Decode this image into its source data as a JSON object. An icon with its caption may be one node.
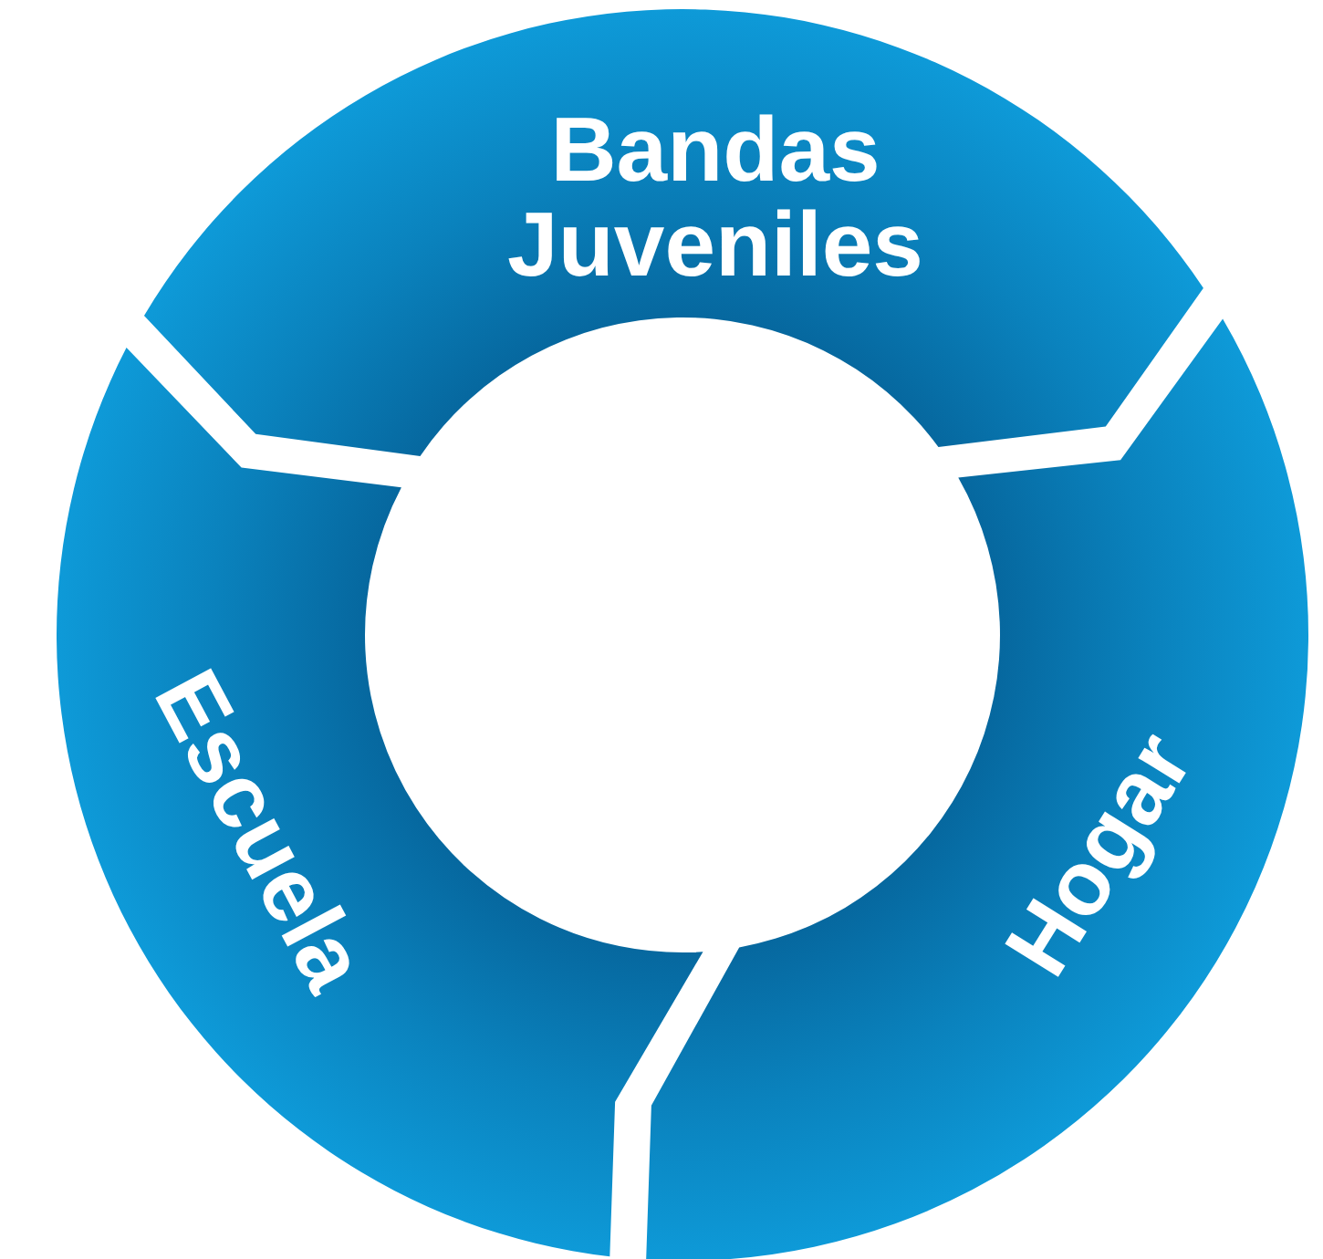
{
  "diagram": {
    "nodes": [
      {
        "text": [
          "Bandas Juveniles"
        ]
      },
      {
        "text": [
          "Hogar"
        ]
      },
      {
        "text": [
          "Escuela"
        ]
      }
    ]
  }
}
